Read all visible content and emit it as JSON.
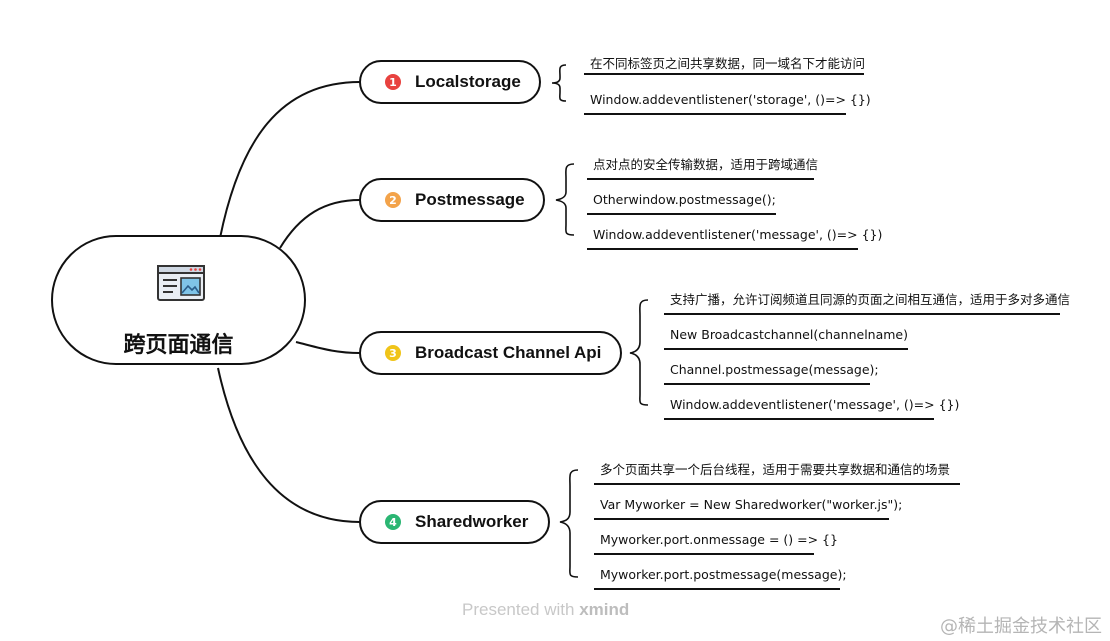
{
  "central": {
    "title": "跨页面通信",
    "icon": "browser-window-icon"
  },
  "branches": [
    {
      "number": "1",
      "label": "Localstorage",
      "color": "#e8423f",
      "items": [
        "在不同标签页之间共享数据，同一域名下才能访问",
        "Window.addeventlistener('storage', ()=> {})"
      ]
    },
    {
      "number": "2",
      "label": "Postmessage",
      "color": "#f3a34a",
      "items": [
        "点对点的安全传输数据，适用于跨域通信",
        "Otherwindow.postmessage();",
        "Window.addeventlistener('message', ()=> {})"
      ]
    },
    {
      "number": "3",
      "label": "Broadcast Channel Api",
      "color": "#f0c419",
      "items": [
        "支持广播，允许订阅频道且同源的页面之间相互通信，适用于多对多通信",
        "New Broadcastchannel(channelname)",
        "Channel.postmessage(message);",
        "Window.addeventlistener('message', ()=> {})"
      ]
    },
    {
      "number": "4",
      "label": "Sharedworker",
      "color": "#2bb673",
      "items": [
        "多个页面共享一个后台线程，适用于需要共享数据和通信的场景",
        "Var Myworker = New Sharedworker(\"worker.js\");",
        "Myworker.port.onmessage =  () => {}",
        "Myworker.port.postmessage(message);"
      ]
    }
  ],
  "footer": {
    "presented": "Presented with",
    "brand": "xmind"
  },
  "site_mark": "@稀土掘金技术社区"
}
